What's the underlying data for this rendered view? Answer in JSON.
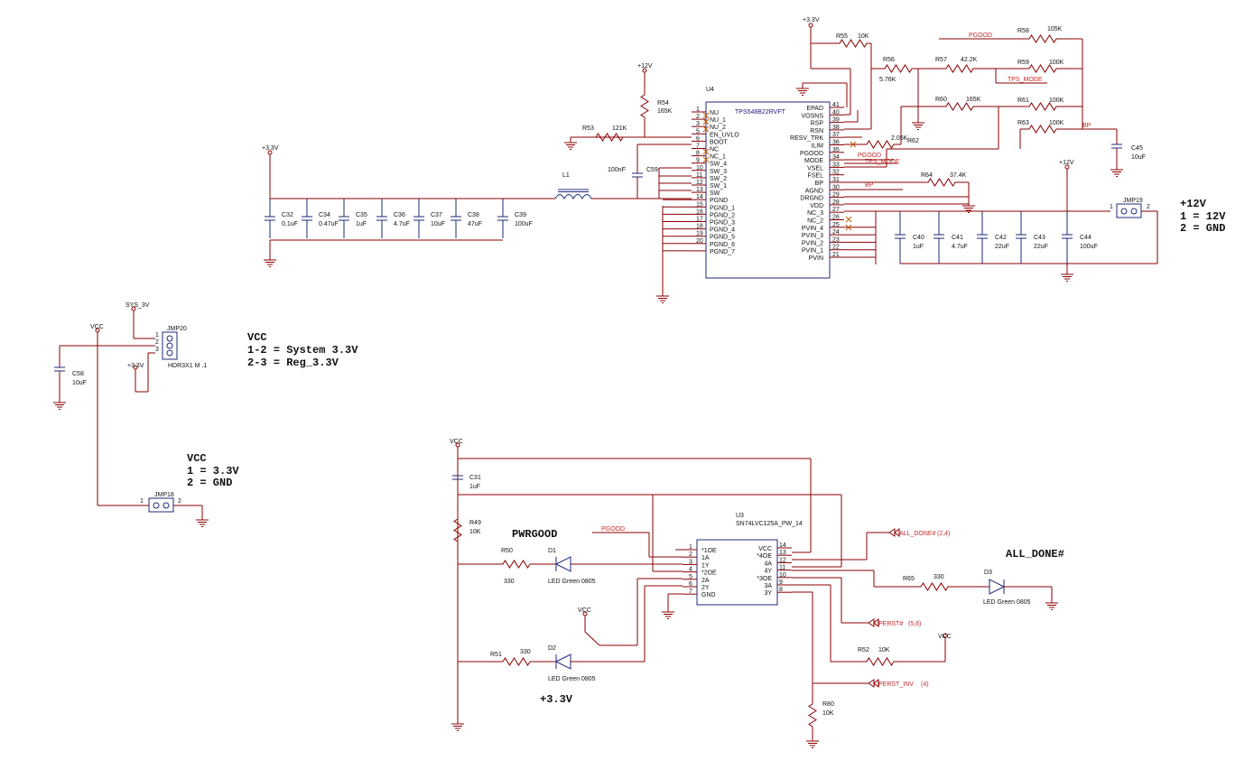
{
  "power": {
    "p33": "+3.3V",
    "p12": "+12V",
    "vcc": "VCC",
    "sys3v": "SYS_3V"
  },
  "u4": {
    "ref": "U4",
    "part": "TPS548B22RVFT",
    "left_pins": [
      {
        "num": "1",
        "name": "NU"
      },
      {
        "num": "2",
        "name": "NU_1"
      },
      {
        "num": "3",
        "name": "NU_2"
      },
      {
        "num": "5",
        "name": "EN_UVLO"
      },
      {
        "num": "6",
        "name": "BOOT"
      },
      {
        "num": "7",
        "name": "NC"
      },
      {
        "num": "8",
        "name": "NC_1"
      },
      {
        "num": "9",
        "name": "SW_4"
      },
      {
        "num": "10",
        "name": "SW_3"
      },
      {
        "num": "11",
        "name": "SW_2"
      },
      {
        "num": "12",
        "name": "SW_1"
      },
      {
        "num": "13",
        "name": "SW"
      },
      {
        "num": "14",
        "name": "PGND"
      },
      {
        "num": "15",
        "name": "PGND_1"
      },
      {
        "num": "16",
        "name": "PGND_2"
      },
      {
        "num": "17",
        "name": "PGND_3"
      },
      {
        "num": "18",
        "name": "PGND_4"
      },
      {
        "num": "19",
        "name": "PGND_5"
      },
      {
        "num": "20",
        "name": "PGND_6"
      },
      {
        "num": "",
        "name": "PGND_7"
      }
    ],
    "right_pins": [
      {
        "num": "41",
        "name": "EPAD"
      },
      {
        "num": "40",
        "name": "VOSNS"
      },
      {
        "num": "39",
        "name": "RSP"
      },
      {
        "num": "38",
        "name": "RSN"
      },
      {
        "num": "37",
        "name": "RESV_TRK"
      },
      {
        "num": "36",
        "name": "ILIM"
      },
      {
        "num": "35",
        "name": "PGOOD"
      },
      {
        "num": "34",
        "name": "MODE"
      },
      {
        "num": "33",
        "name": "VSEL"
      },
      {
        "num": "32",
        "name": "FSEL"
      },
      {
        "num": "31",
        "name": "BP"
      },
      {
        "num": "30",
        "name": "AGND"
      },
      {
        "num": "29",
        "name": "DRGND"
      },
      {
        "num": "28",
        "name": "VDD"
      },
      {
        "num": "27",
        "name": "NC_3"
      },
      {
        "num": "26",
        "name": "NC_2"
      },
      {
        "num": "25",
        "name": "PVIN_4"
      },
      {
        "num": "24",
        "name": "PVIN_3"
      },
      {
        "num": "23",
        "name": "PVIN_2"
      },
      {
        "num": "22",
        "name": "PVIN_1"
      },
      {
        "num": "21",
        "name": "PVIN"
      }
    ]
  },
  "caps_left": [
    {
      "ref": "C32",
      "val": "0.1uF"
    },
    {
      "ref": "C34",
      "val": "0.47uF"
    },
    {
      "ref": "C35",
      "val": "1uF"
    },
    {
      "ref": "C36",
      "val": "4.7uF"
    },
    {
      "ref": "C37",
      "val": "10uF"
    },
    {
      "ref": "C38",
      "val": "47uF"
    },
    {
      "ref": "C39",
      "val": "100uF"
    }
  ],
  "caps_right": [
    {
      "ref": "C40",
      "val": "1uF"
    },
    {
      "ref": "C41",
      "val": "4.7uF"
    },
    {
      "ref": "C42",
      "val": "22uF"
    },
    {
      "ref": "C43",
      "val": "22uF"
    },
    {
      "ref": "C44",
      "val": "100uF"
    }
  ],
  "res": {
    "r53": {
      "ref": "R53",
      "val": "121K"
    },
    "r54": {
      "ref": "R54",
      "val": "165K"
    },
    "r55": {
      "ref": "R55",
      "val": "10K"
    },
    "r56": {
      "ref": "R56",
      "val": "5.76K"
    },
    "r57": {
      "ref": "R57",
      "val": "42.2K"
    },
    "r58": {
      "ref": "R58",
      "val": "105K"
    },
    "r59": {
      "ref": "R59",
      "val": "100K"
    },
    "r60": {
      "ref": "R60",
      "val": "165K"
    },
    "r61": {
      "ref": "R61",
      "val": "100K"
    },
    "r62": {
      "ref": "R62",
      "val": "2.05K"
    },
    "r63": {
      "ref": "R63",
      "val": "100K"
    },
    "r64": {
      "ref": "R64",
      "val": "37.4K"
    },
    "r49": {
      "ref": "R49",
      "val": "10K"
    },
    "r50": {
      "ref": "R50",
      "val": "330"
    },
    "r51": {
      "ref": "R51",
      "val": "330"
    },
    "r52": {
      "ref": "R52",
      "val": "10K"
    },
    "r65": {
      "ref": "R65",
      "val": "330"
    },
    "r80": {
      "ref": "R80",
      "val": "10K"
    }
  },
  "misc": {
    "l1": "L1",
    "c59": "C59",
    "c59val": "100nF",
    "c45": "C45",
    "c45val": "10uF",
    "c58": "C58",
    "c58val": "10uF",
    "c31": "C31",
    "c31val": "1uF",
    "jmp19": "JMP19",
    "jmp20": "JMP20",
    "jmp18": "JMP18",
    "hdr": "HDR3X1 M .1"
  },
  "nets": {
    "pgood": "PGOOD",
    "tps_mode": "TPS_MODE",
    "bp": "BP",
    "all_done": "ALL_DONE#",
    "all_done_ref": "(2,4)",
    "perst": "PERST#",
    "perst_ref": "(5,6)",
    "perst_inv": "PERST_INV",
    "perst_inv_ref": "(4)"
  },
  "u3": {
    "ref": "U3",
    "part": "SN74LVC125A_PW_14",
    "left_pins": [
      {
        "num": "1",
        "name": "*1OE"
      },
      {
        "num": "2",
        "name": "1A"
      },
      {
        "num": "3",
        "name": "1Y"
      },
      {
        "num": "4",
        "name": "*2OE"
      },
      {
        "num": "5",
        "name": "2A"
      },
      {
        "num": "6",
        "name": "2Y"
      },
      {
        "num": "7",
        "name": "GND"
      }
    ],
    "right_pins": [
      {
        "num": "14",
        "name": "VCC"
      },
      {
        "num": "13",
        "name": "*4OE"
      },
      {
        "num": "12",
        "name": "4A"
      },
      {
        "num": "11",
        "name": "4Y"
      },
      {
        "num": "10",
        "name": "*3OE"
      },
      {
        "num": "9",
        "name": "3A"
      },
      {
        "num": "8",
        "name": "3Y"
      }
    ]
  },
  "leds": {
    "d1": {
      "ref": "D1",
      "val": "LED Green 0805"
    },
    "d2": {
      "ref": "D2",
      "val": "LED Green 0805"
    },
    "d3": {
      "ref": "D3",
      "val": "LED Green 0805"
    }
  },
  "notes": {
    "n12_title": "+12V",
    "n12_1": "1 = 12V",
    "n12_2": "2 = GND",
    "vcc_title": "VCC",
    "vcc_1": "1-2 = System 3.3V",
    "vcc_2": "2-3 = Reg_3.3V",
    "vcc2_title": "VCC",
    "vcc2_1": "1 = 3.3V",
    "vcc2_2": "2 = GND",
    "pwrgood": "PWRGOOD",
    "all_done": "ALL_DONE#",
    "p33": "+3.3V"
  }
}
